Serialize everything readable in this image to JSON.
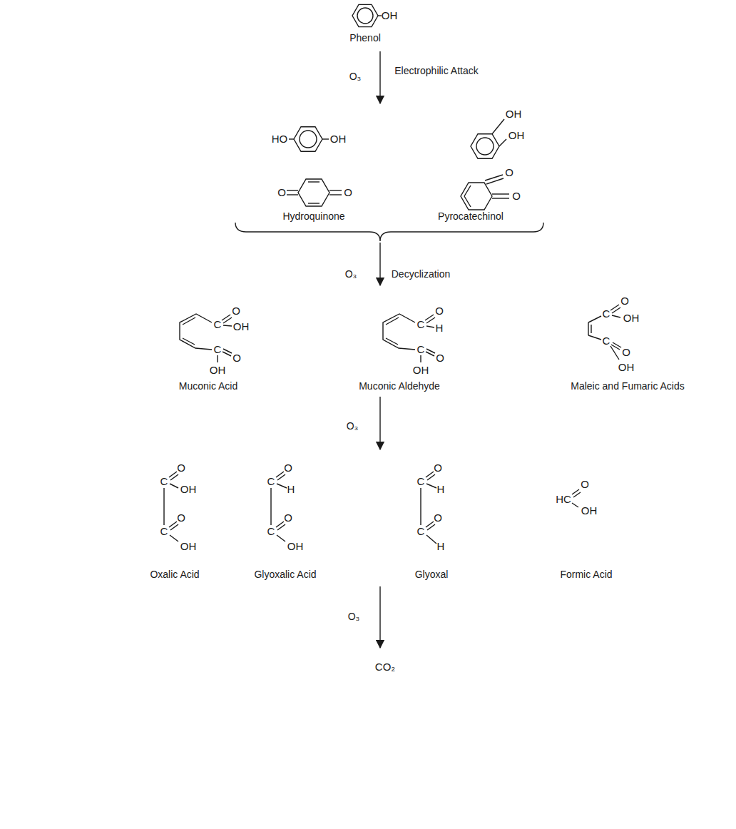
{
  "diagram": {
    "labels": [
      "OH",
      "Phenol",
      "O₃",
      "Electrophilic Attack",
      "HO",
      "OH",
      "OH",
      "OH",
      "O",
      "O",
      "O",
      "O",
      "Hydroquinone",
      "Pyrocatechinol",
      "O₃",
      "Decyclization",
      "C",
      "O",
      "OH",
      "C",
      "O",
      "OH",
      "Muconic Acid",
      "C",
      "O",
      "H",
      "C",
      "O",
      "OH",
      "Muconic Aldehyde",
      "C",
      "O",
      "OH",
      "C",
      "O",
      "OH",
      "Maleic and Fumaric Acids",
      "O₃",
      "C",
      "O",
      "OH",
      "C",
      "O",
      "OH",
      "Oxalic Acid",
      "C",
      "O",
      "H",
      "C",
      "O",
      "OH",
      "Glyoxalic Acid",
      "C",
      "O",
      "H",
      "C",
      "O",
      "H",
      "Glyoxal",
      "HC",
      "O",
      "OH",
      "Formic Acid",
      "O₃",
      "CO₂"
    ]
  }
}
